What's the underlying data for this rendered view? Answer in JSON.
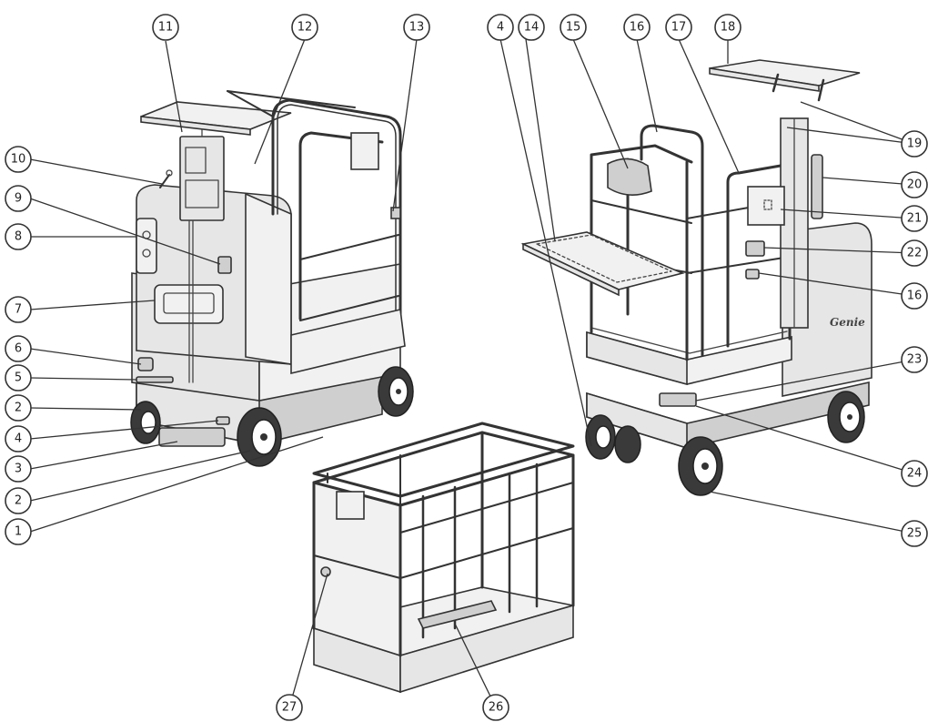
{
  "callouts": {
    "c1": "1",
    "c2a": "2",
    "c2b": "2",
    "c3": "3",
    "c4a": "4",
    "c4b": "4",
    "c5": "5",
    "c6": "6",
    "c7": "7",
    "c8": "8",
    "c9": "9",
    "c10": "10",
    "c11": "11",
    "c12": "12",
    "c13": "13",
    "c14": "14",
    "c15": "15",
    "c16a": "16",
    "c16b": "16",
    "c17": "17",
    "c18": "18",
    "c19": "19",
    "c20": "20",
    "c21": "21",
    "c22": "22",
    "c23": "23",
    "c24": "24",
    "c25": "25",
    "c26": "26",
    "c27": "27"
  },
  "machine_logo": "Genie"
}
